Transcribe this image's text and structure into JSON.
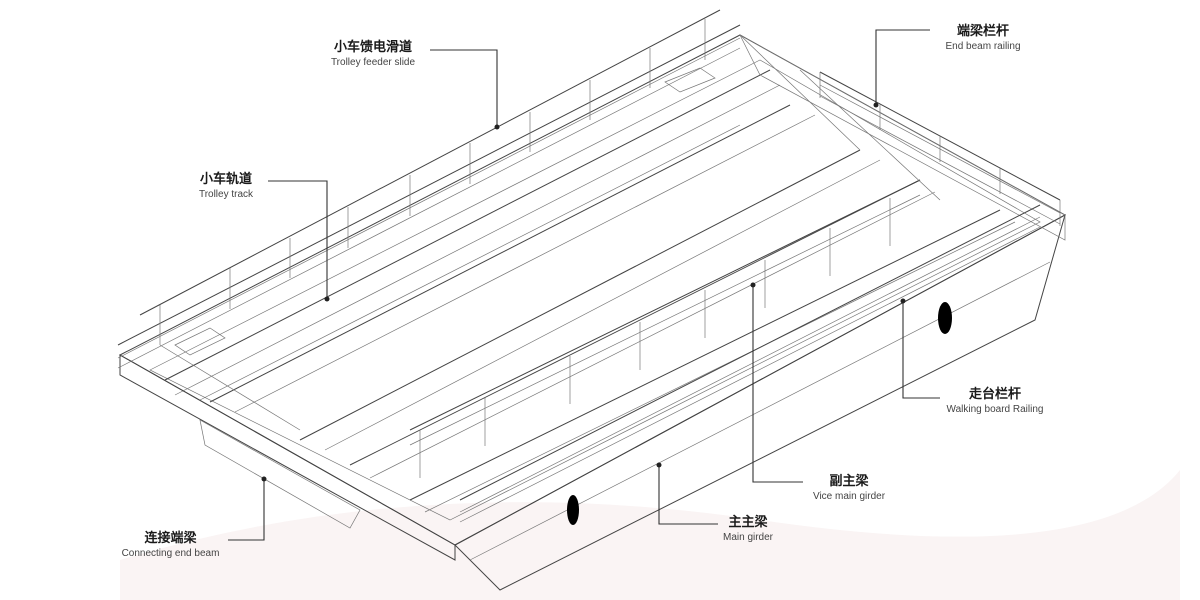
{
  "callouts": [
    {
      "id": "trolley-feeder-slide",
      "zh": "小车馈电滑道",
      "en": "Trolley feeder slide"
    },
    {
      "id": "end-beam-railing",
      "zh": "端梁栏杆",
      "en": "End beam railing"
    },
    {
      "id": "trolley-track",
      "zh": "小车轨道",
      "en": "Trolley track"
    },
    {
      "id": "walking-board-railing",
      "zh": "走台栏杆",
      "en": "Walking board Railing"
    },
    {
      "id": "vice-main-girder",
      "zh": "副主梁",
      "en": "Vice main girder"
    },
    {
      "id": "main-girder",
      "zh": "主主梁",
      "en": "Main girder"
    },
    {
      "id": "connecting-end-beam",
      "zh": "连接端梁",
      "en": "Connecting end beam"
    }
  ]
}
